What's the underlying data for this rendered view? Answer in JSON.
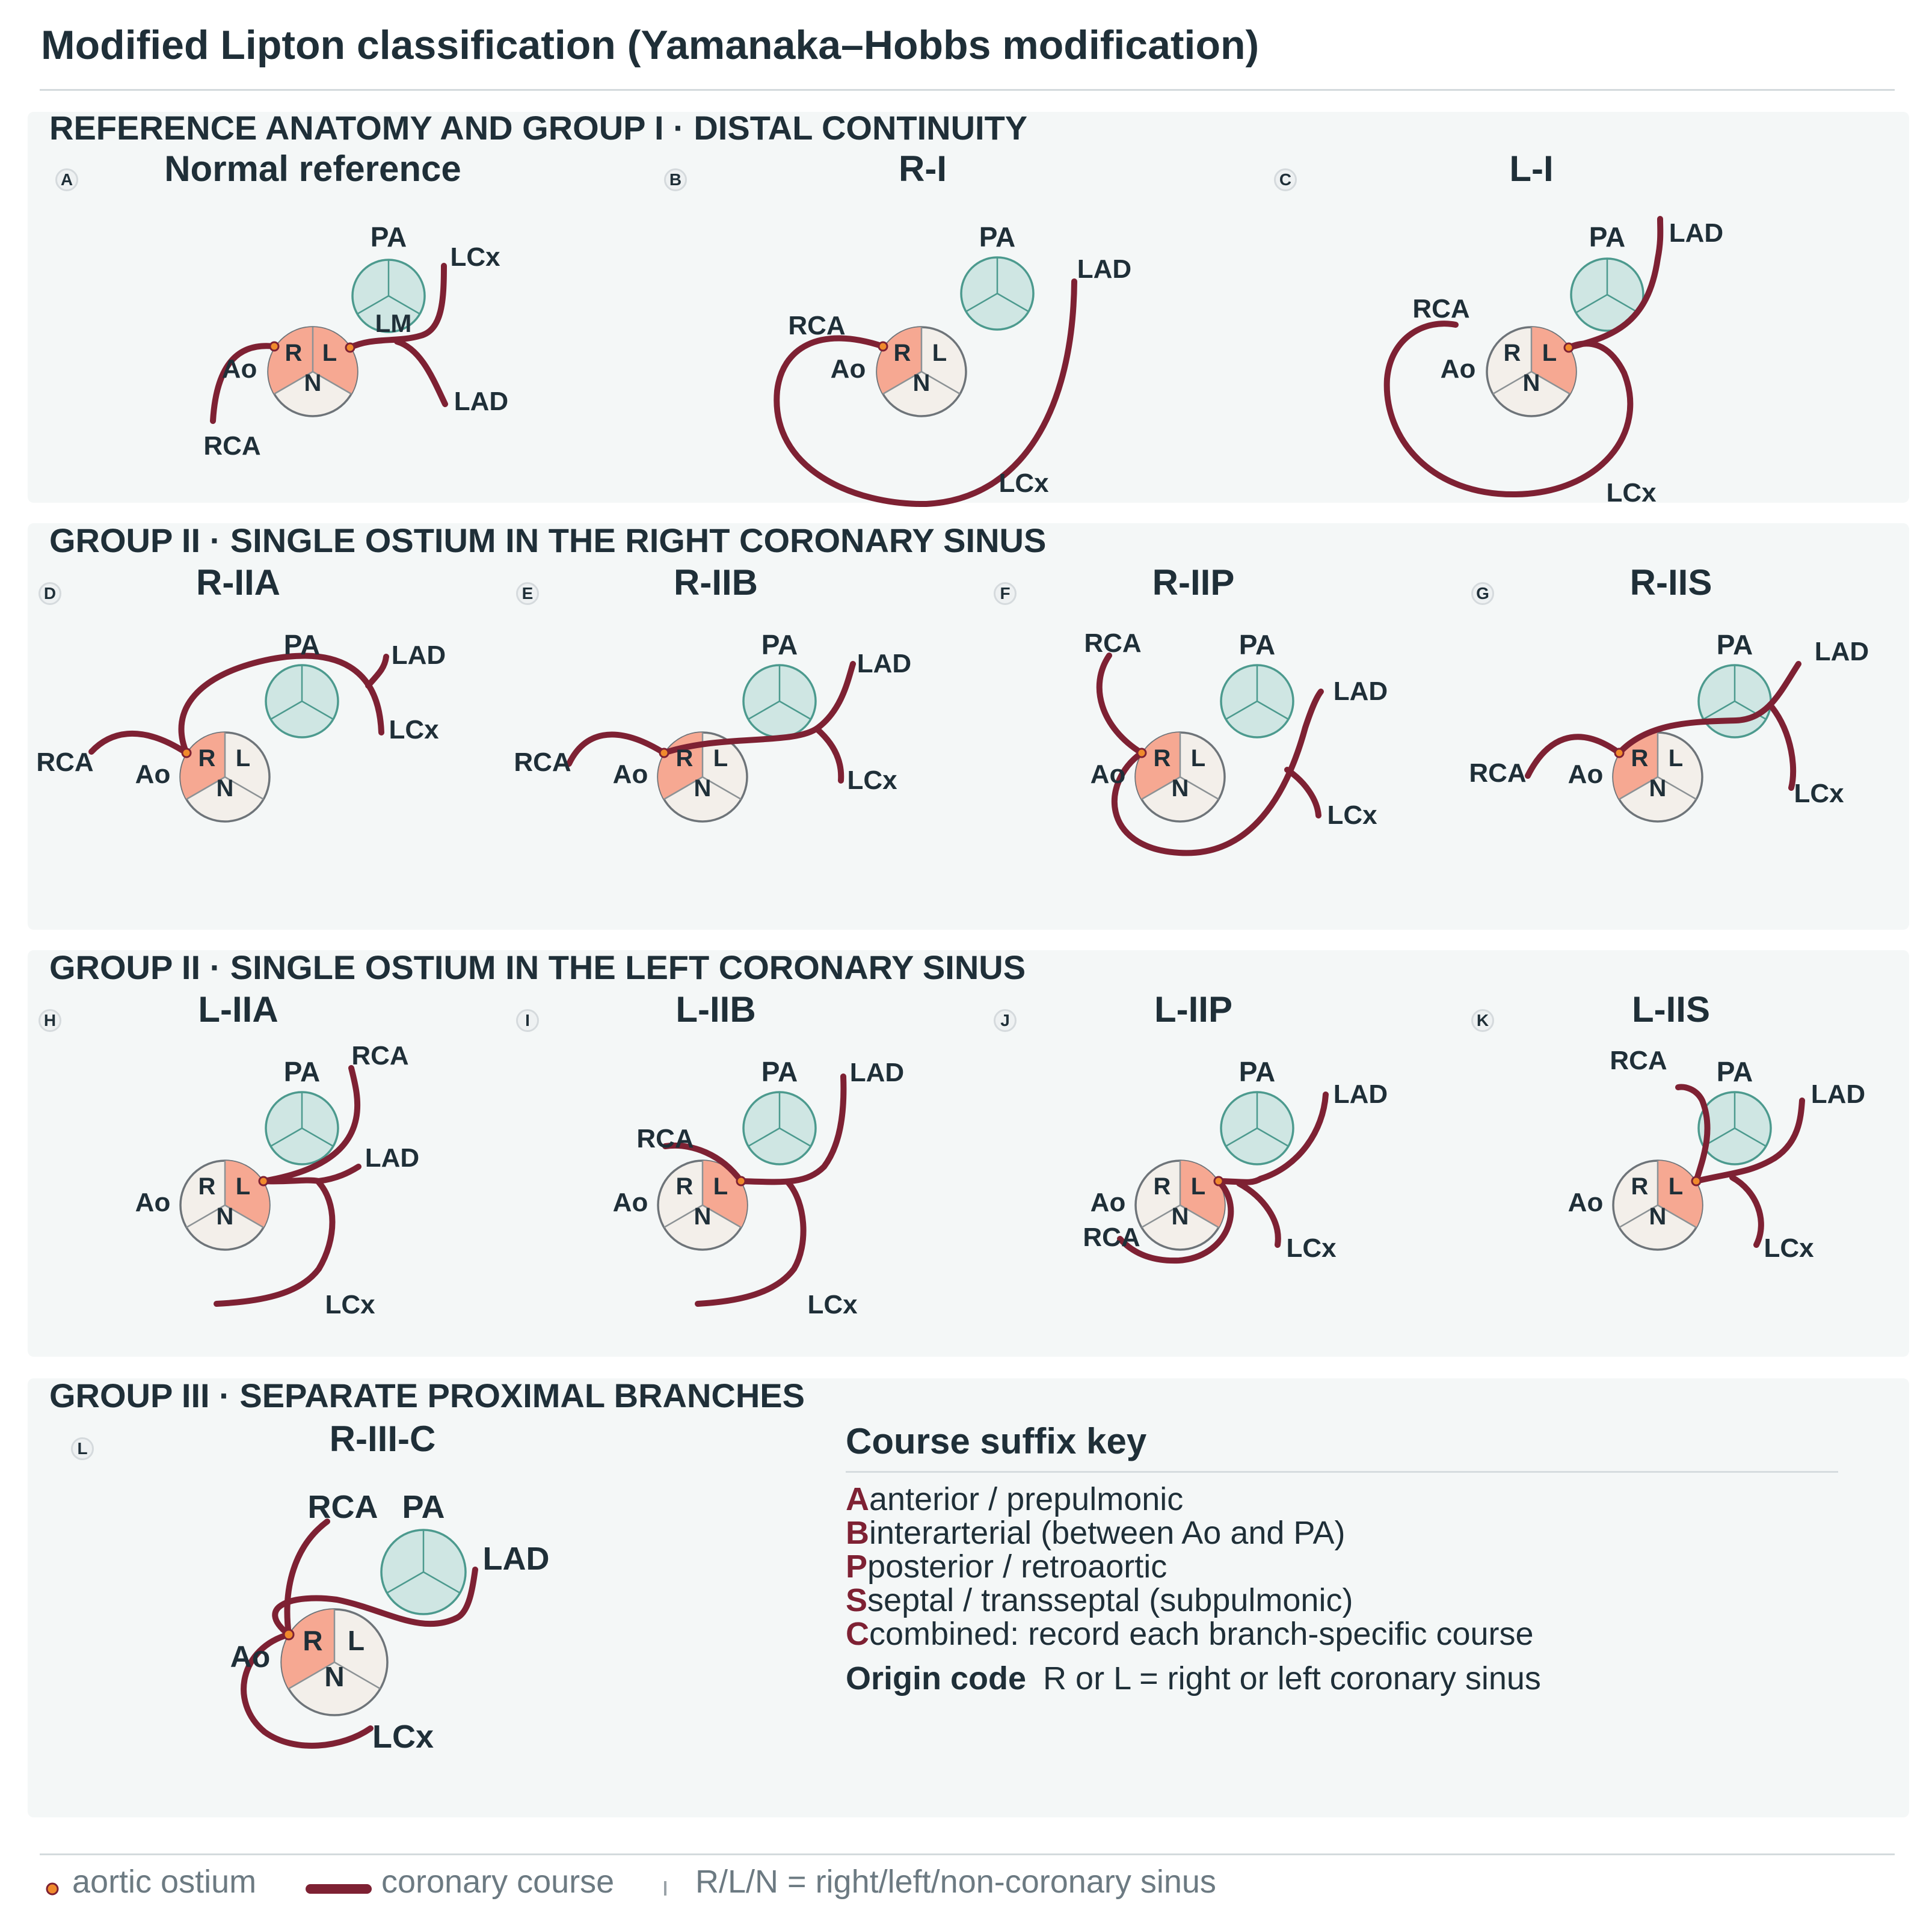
{
  "title": "Modified Lipton classification (Yamanaka–Hobbs modification)",
  "sections": [
    {
      "title": "REFERENCE ANATOMY AND GROUP I · DISTAL CONTINUITY"
    },
    {
      "title": "GROUP II · SINGLE OSTIUM IN THE RIGHT CORONARY SINUS"
    },
    {
      "title": "GROUP II · SINGLE OSTIUM IN THE LEFT CORONARY SINUS"
    },
    {
      "title": "GROUP III · SEPARATE PROXIMAL BRANCHES"
    }
  ],
  "panels": [
    {
      "letter": "A",
      "title": "Normal reference",
      "labels": {
        "pa": "PA",
        "ao": "Ao",
        "sinus_r": "R",
        "sinus_l": "L",
        "sinus_n": "N",
        "lcx": "LCx",
        "lm": "LM",
        "lad": "LAD",
        "rca": "RCA"
      }
    },
    {
      "letter": "B",
      "title": "R-I",
      "labels": {
        "pa": "PA",
        "ao": "Ao",
        "sinus_r": "R",
        "sinus_l": "L",
        "sinus_n": "N",
        "lad": "LAD",
        "rca": "RCA",
        "lcx": "LCx"
      }
    },
    {
      "letter": "C",
      "title": "L-I",
      "labels": {
        "pa": "PA",
        "ao": "Ao",
        "sinus_r": "R",
        "sinus_l": "L",
        "sinus_n": "N",
        "lad": "LAD",
        "rca": "RCA",
        "lcx": "LCx"
      }
    },
    {
      "letter": "D",
      "title": "R-IIA",
      "labels": {
        "pa": "PA",
        "ao": "Ao",
        "sinus_r": "R",
        "sinus_l": "L",
        "sinus_n": "N",
        "lad": "LAD",
        "lcx": "LCx",
        "rca": "RCA"
      }
    },
    {
      "letter": "E",
      "title": "R-IIB",
      "labels": {
        "pa": "PA",
        "ao": "Ao",
        "sinus_r": "R",
        "sinus_l": "L",
        "sinus_n": "N",
        "lad": "LAD",
        "lcx": "LCx",
        "rca": "RCA"
      }
    },
    {
      "letter": "F",
      "title": "R-IIP",
      "labels": {
        "pa": "PA",
        "ao": "Ao",
        "sinus_r": "R",
        "sinus_l": "L",
        "sinus_n": "N",
        "rca": "RCA",
        "lad": "LAD",
        "lcx": "LCx"
      }
    },
    {
      "letter": "G",
      "title": "R-IIS",
      "labels": {
        "pa": "PA",
        "ao": "Ao",
        "sinus_r": "R",
        "sinus_l": "L",
        "sinus_n": "N",
        "lad": "LAD",
        "lcx": "LCx",
        "rca": "RCA"
      }
    },
    {
      "letter": "H",
      "title": "L-IIA",
      "labels": {
        "pa": "PA",
        "ao": "Ao",
        "sinus_r": "R",
        "sinus_l": "L",
        "sinus_n": "N",
        "rca": "RCA",
        "lad": "LAD",
        "lcx": "LCx"
      }
    },
    {
      "letter": "I",
      "title": "L-IIB",
      "labels": {
        "pa": "PA",
        "ao": "Ao",
        "sinus_r": "R",
        "sinus_l": "L",
        "sinus_n": "N",
        "lad": "LAD",
        "rca": "RCA",
        "lcx": "LCx"
      }
    },
    {
      "letter": "J",
      "title": "L-IIP",
      "labels": {
        "pa": "PA",
        "ao": "Ao",
        "sinus_r": "R",
        "sinus_l": "L",
        "sinus_n": "N",
        "lad": "LAD",
        "rca": "RCA",
        "lcx": "LCx"
      }
    },
    {
      "letter": "K",
      "title": "L-IIS",
      "labels": {
        "pa": "PA",
        "ao": "Ao",
        "sinus_r": "R",
        "sinus_l": "L",
        "sinus_n": "N",
        "rca": "RCA",
        "lad": "LAD",
        "lcx": "LCx"
      }
    },
    {
      "letter": "L",
      "title": "R-III-C",
      "labels": {
        "pa": "PA",
        "ao": "Ao",
        "sinus_r": "R",
        "sinus_l": "L",
        "sinus_n": "N",
        "rca": "RCA",
        "lad": "LAD",
        "lcx": "LCx"
      }
    }
  ],
  "key": {
    "title": "Course suffix key",
    "items": [
      {
        "letter": "A",
        "text": "anterior / prepulmonic"
      },
      {
        "letter": "B",
        "text": "interarterial (between Ao and PA)"
      },
      {
        "letter": "P",
        "text": "posterior / retroaortic"
      },
      {
        "letter": "S",
        "text": "septal / transseptal (subpulmonic)"
      },
      {
        "letter": "C",
        "text": "combined: record each branch-specific course"
      }
    ],
    "origin_label": "Origin code",
    "origin_text": "R or L = right or left coronary sinus"
  },
  "legend": {
    "ostium": "aortic ostium",
    "course": "coronary course",
    "sinus": "R/L/N = right/left/non-coronary sinus"
  },
  "colors": {
    "artery": "#7e2133",
    "ostium": "#f08a2c",
    "origin_sinus": "#f6a892",
    "aorta": "#f3efea",
    "pulmonary_artery": "#cfe6e3"
  }
}
